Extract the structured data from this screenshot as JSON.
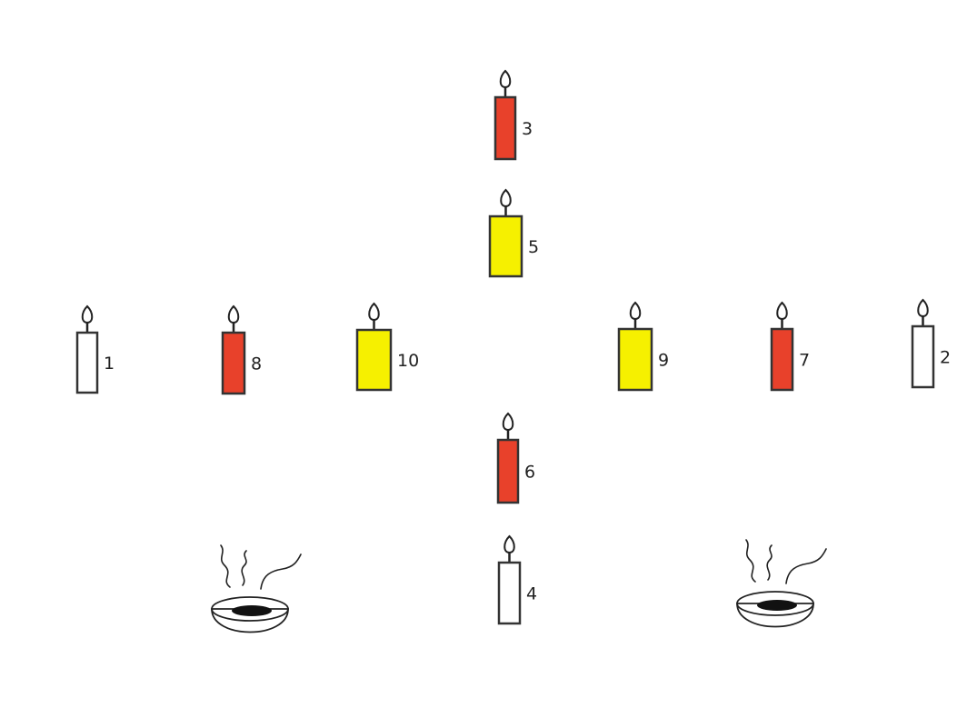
{
  "colors": {
    "red": "#e8412b",
    "yellow": "#f6f000",
    "white": "#ffffff"
  },
  "candles": [
    {
      "number": "3",
      "color": "red"
    },
    {
      "number": "5",
      "color": "yellow"
    },
    {
      "number": "1",
      "color": "white"
    },
    {
      "number": "8",
      "color": "red"
    },
    {
      "number": "10",
      "color": "yellow"
    },
    {
      "number": "9",
      "color": "yellow"
    },
    {
      "number": "7",
      "color": "red"
    },
    {
      "number": "2",
      "color": "white"
    },
    {
      "number": "6",
      "color": "red"
    },
    {
      "number": "4",
      "color": "white"
    }
  ],
  "incense_burners": [
    {
      "position": "left"
    },
    {
      "position": "right"
    }
  ]
}
